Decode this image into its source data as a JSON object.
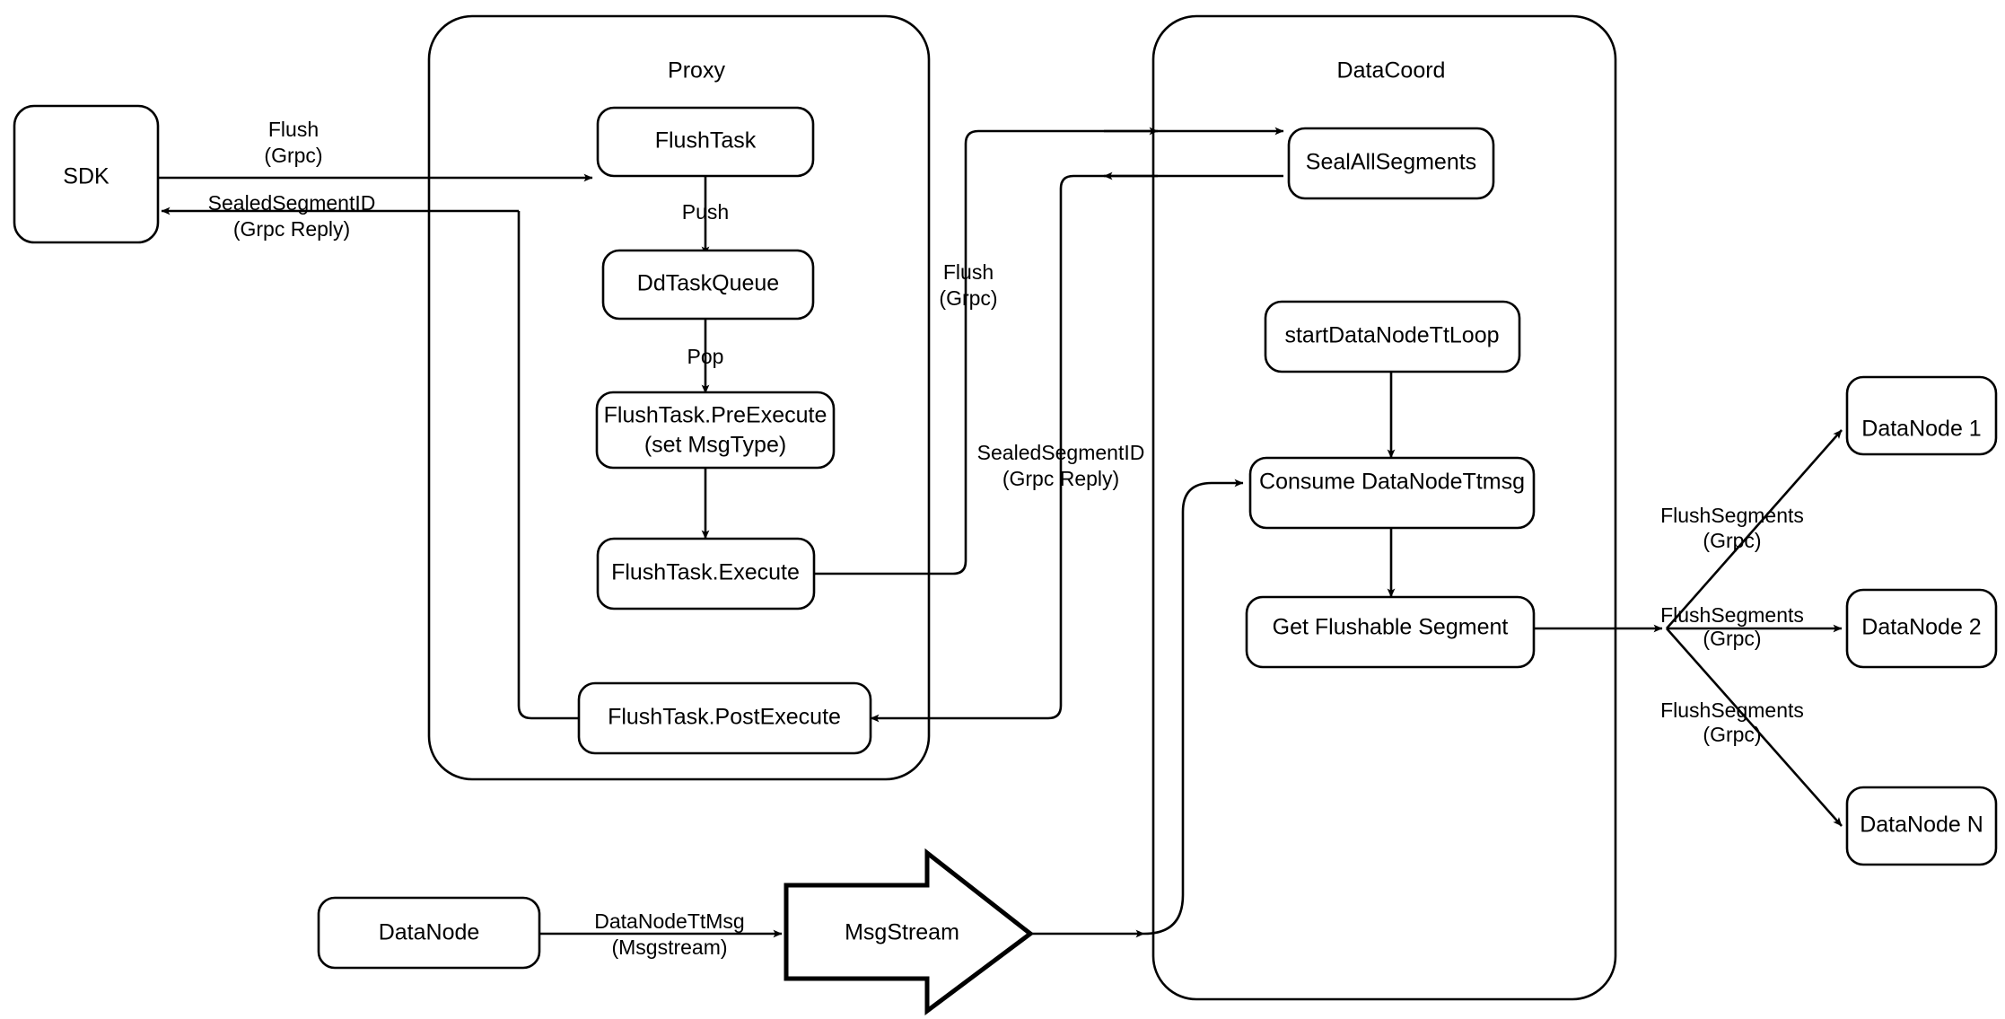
{
  "diagram": {
    "title": "Milvus Flush Flow",
    "background": "#ffffff",
    "stroke_color": "#000000",
    "fill_color": "#ffffff"
  },
  "containers": {
    "proxy": {
      "label": "Proxy"
    },
    "datacoord": {
      "label": "DataCoord"
    }
  },
  "nodes": {
    "sdk": {
      "label": "SDK"
    },
    "flush_task": {
      "label": "FlushTask"
    },
    "dd_task_queue": {
      "label": "DdTaskQueue"
    },
    "pre_execute_line1": {
      "label": "FlushTask.PreExecute"
    },
    "pre_execute_line2": {
      "label": "(set MsgType)"
    },
    "execute": {
      "label": "FlushTask.Execute"
    },
    "post_execute": {
      "label": "FlushTask.PostExecute"
    },
    "seal_all_segments": {
      "label": "SealAllSegments"
    },
    "start_tt_loop": {
      "label": "startDataNodeTtLoop"
    },
    "consume_tt_msg": {
      "label": "Consume DataNodeTtmsg"
    },
    "get_flushable_segment": {
      "label": "Get Flushable Segment"
    },
    "datanode_1": {
      "label": "DataNode 1"
    },
    "datanode_2": {
      "label": "DataNode 2"
    },
    "datanode_n": {
      "label": "DataNode N"
    },
    "datanode_bottom": {
      "label": "DataNode"
    },
    "msgstream": {
      "label": "MsgStream"
    }
  },
  "edge_labels": {
    "sdk_to_proxy_l1": {
      "label": "Flush"
    },
    "sdk_to_proxy_l2": {
      "label": "(Grpc)"
    },
    "proxy_to_sdk_l1": {
      "label": "SealedSegmentID"
    },
    "proxy_to_sdk_l2": {
      "label": "(Grpc Reply)"
    },
    "push": {
      "label": "Push"
    },
    "pop": {
      "label": "Pop"
    },
    "proxy_to_coord_l1": {
      "label": "Flush"
    },
    "proxy_to_coord_l2": {
      "label": "(Grpc)"
    },
    "coord_to_proxy_l1": {
      "label": "SealedSegmentID"
    },
    "coord_to_proxy_l2": {
      "label": "(Grpc Reply)"
    },
    "flush_segments_1_l1": {
      "label": "FlushSegments"
    },
    "flush_segments_1_l2": {
      "label": "(Grpc)"
    },
    "flush_segments_2_l1": {
      "label": "FlushSegments"
    },
    "flush_segments_2_l2": {
      "label": "(Grpc)"
    },
    "flush_segments_n_l1": {
      "label": "FlushSegments"
    },
    "flush_segments_n_l2": {
      "label": "(Grpc)"
    },
    "datanode_ttmsg_l1": {
      "label": "DataNodeTtMsg"
    },
    "datanode_ttmsg_l2": {
      "label": "(Msgstream)"
    }
  }
}
